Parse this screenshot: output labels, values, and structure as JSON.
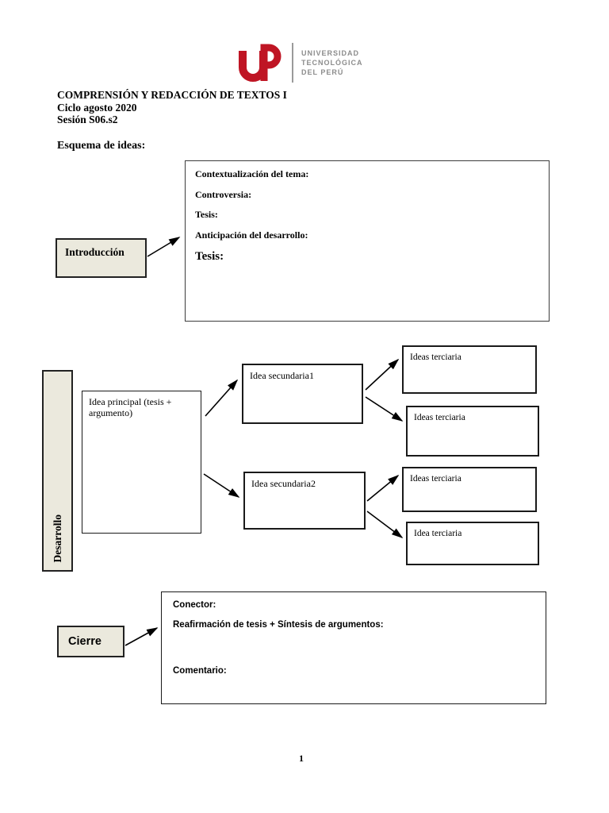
{
  "logo": {
    "monogram": "UTP",
    "lines": [
      "UNIVERSIDAD",
      "TECNOLÓGICA",
      "DEL PERÚ"
    ],
    "red": "#bf1524",
    "gray": "#8c8c8c"
  },
  "header": {
    "course": "COMPRENSIÓN Y REDACCIÓN DE TEXTOS I",
    "cycle": "Ciclo agosto 2020",
    "session": "Sesión S06.s2",
    "section_title": "Esquema de ideas:"
  },
  "intro": {
    "label": "Introducción",
    "fields": [
      "Contextualización del tema:",
      "Controversia:",
      "Tesis:",
      "Anticipación del desarrollo:"
    ],
    "big_label": "Tesis:"
  },
  "development": {
    "label": "Desarrollo",
    "main_idea": "Idea principal (tesis + argumento)",
    "secondary": [
      "Idea secundaria1",
      "Idea secundaria2"
    ],
    "tertiary": [
      "Ideas terciaria",
      "Ideas terciaria",
      "Ideas terciaria",
      "Idea terciaria"
    ]
  },
  "closing": {
    "label": "Cierre",
    "fields": [
      "Conector:",
      "Reafirmación de tesis + Síntesis de argumentos:",
      "Comentario:"
    ]
  },
  "page": {
    "number": "1"
  },
  "colors": {
    "box_fill": "#ebe9dd",
    "accent_red": "#bf1524"
  }
}
